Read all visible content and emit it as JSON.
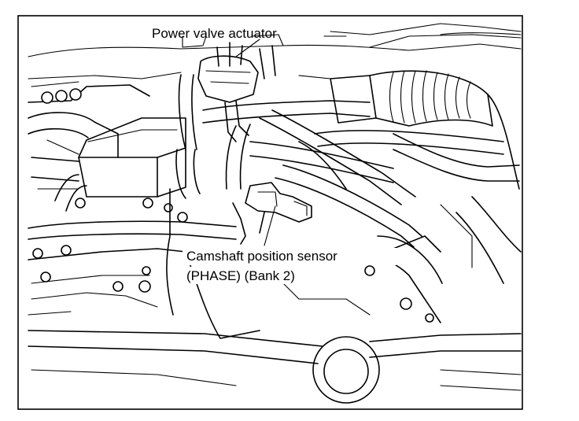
{
  "figure": {
    "callouts": {
      "power_valve_actuator": "Power valve actuator",
      "camshaft_sensor_line1": "Camshaft position sensor",
      "camshaft_sensor_line2": "(PHASE) (Bank 2)"
    }
  }
}
